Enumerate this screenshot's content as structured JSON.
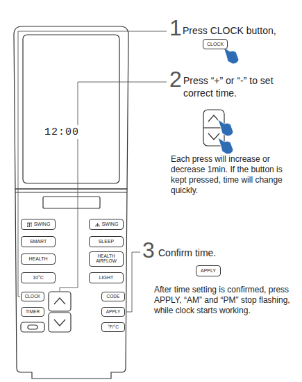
{
  "diagram": {
    "nodes": [
      {
        "text": [
          "12:00"
        ]
      },
      {
        "text": [
          "SWING"
        ]
      },
      {
        "text": [
          "SWING"
        ]
      },
      {
        "text": [
          "SMART"
        ]
      },
      {
        "text": [
          "SLEEP"
        ]
      },
      {
        "text": [
          "HEALTH"
        ]
      },
      {
        "text": [
          "HEALTH AIRFLOW"
        ]
      },
      {
        "text": [
          "10°C"
        ]
      },
      {
        "text": [
          "LIGHT"
        ]
      },
      {
        "text": [
          "CLOCK"
        ]
      },
      {
        "text": [
          "CODE"
        ]
      },
      {
        "text": [
          "TIMER"
        ]
      },
      {
        "text": [
          "APPLY"
        ]
      },
      {
        "text": [
          "°F/°C"
        ]
      },
      {
        "text": [
          "CLOCK"
        ]
      },
      {
        "text": [
          "APPLY"
        ]
      }
    ],
    "labels": [
      "1",
      "Press CLOCK button,",
      "2",
      "Press “+” or “-” to set correct time.",
      "Each press will increase or decrease 1min. If the button is kept pressed, time will change quickly.",
      "3",
      "Confirm time.",
      "After time setting is confirmed, press APPLY, “AM” and “PM” stop flashing, while clock starts working."
    ]
  }
}
